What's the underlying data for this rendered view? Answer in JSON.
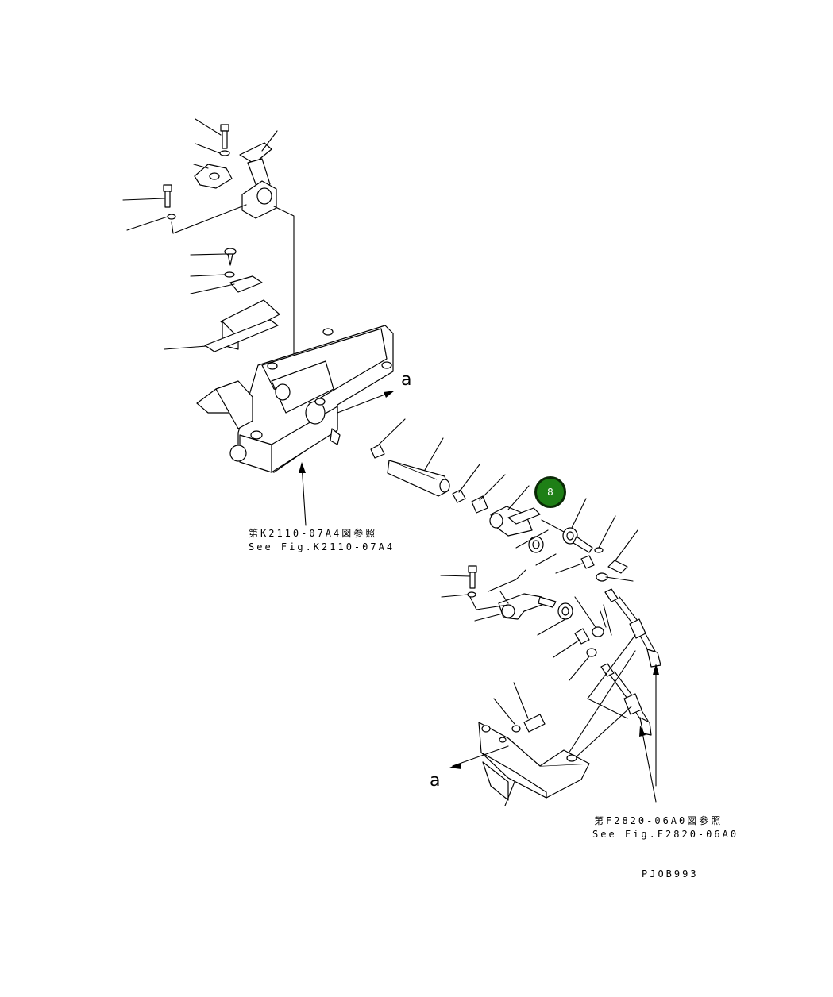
{
  "callouts": {
    "letter_a_top": "a",
    "letter_a_bottom": "a"
  },
  "references": {
    "k2110": {
      "jp": "第K2110-07A4図参照",
      "en": "See Fig.K2110-07A4"
    },
    "f2820": {
      "jp": "第F2820-06A0図参照",
      "en": "See Fig.F2820-06A0"
    }
  },
  "drawing_code": "PJOB993",
  "badge": {
    "label": "8",
    "color": "#1e7f16"
  }
}
